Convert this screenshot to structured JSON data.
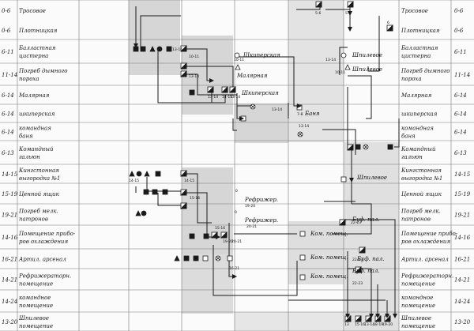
{
  "rows": [
    {
      "code": "0-6",
      "name": [
        "Тросовое"
      ]
    },
    {
      "code": "0-6",
      "name": [
        "Плотницкая"
      ]
    },
    {
      "code": "6-11",
      "name": [
        "Балластная",
        "цистерна"
      ]
    },
    {
      "code": "11-14",
      "name": [
        "Погреб  дымного",
        "пороха"
      ]
    },
    {
      "code": "6-14",
      "name": [
        "Малярная"
      ]
    },
    {
      "code": "6-14",
      "name": [
        "шкиперская"
      ]
    },
    {
      "code": "6-14",
      "name": [
        "командная",
        "баня"
      ]
    },
    {
      "code": "6-13",
      "name": [
        "Командный",
        "гальюн"
      ]
    },
    {
      "code": "14-15",
      "name": [
        "Кингстонная",
        "выгородка  №1"
      ]
    },
    {
      "code": "15-19",
      "name": [
        "Ценной  ящик"
      ]
    },
    {
      "code": "19-21",
      "name": [
        "Погреб  мелк.",
        "патронов"
      ]
    },
    {
      "code": "14-16",
      "name": [
        "Помещение прибо-",
        "ров  охлаждения"
      ]
    },
    {
      "code": "16-21",
      "name": [
        "Артил.  арсенал"
      ]
    },
    {
      "code": "14-21",
      "name": [
        "Рефрижераторн.",
        "помещение"
      ]
    },
    {
      "code": "14-24",
      "name": [
        "командное",
        "помещение"
      ]
    },
    {
      "code": "13-20",
      "name": [
        "Шпилевое",
        "помещение"
      ]
    }
  ],
  "labels": [
    {
      "id": "lbl-shkiperskaya-1",
      "text": "Шкиперская"
    },
    {
      "id": "lbl-shpilevoe-1",
      "text": "Шпилевое"
    },
    {
      "id": "lbl-shpilevoe-2",
      "text": "Шпилевое"
    },
    {
      "id": "lbl-malyarnaya",
      "text": "Малярная"
    },
    {
      "id": "lbl-shkiperskaya-2",
      "text": "Шкиперская"
    },
    {
      "id": "lbl-banya",
      "text": "Баня"
    },
    {
      "id": "lbl-shpilevoe-3",
      "text": "Шпилевое"
    },
    {
      "id": "lbl-refr-1",
      "text": "Рефрижер."
    },
    {
      "id": "lbl-refr-2",
      "text": "Рефрижер."
    },
    {
      "id": "lbl-kom-1",
      "text": "Ком. помещ."
    },
    {
      "id": "lbl-kom-2",
      "text": "Ком. помещ."
    },
    {
      "id": "lbl-kom-3",
      "text": "Ком. помещ."
    },
    {
      "id": "lbl-buf-1",
      "text": "Буф. пал."
    },
    {
      "id": "lbl-buf-2",
      "text": "Буф. пал."
    },
    {
      "id": "lbl-buf-3",
      "text": "Буф. пал."
    }
  ],
  "codes": [
    "5-6",
    "5-6",
    "6",
    "10-11",
    "13-14",
    "10-11",
    "13-14",
    "10-11",
    "13-14",
    "14-15",
    "13-14",
    "7-8",
    "13-14",
    "13-14",
    "14-15",
    "14-15",
    "15-16",
    "0",
    "19-20",
    "0",
    "20-21",
    "15-16",
    "19-20",
    "20-21",
    "13",
    "15-16",
    "13-14",
    "18-19",
    "19-20",
    "13-16",
    "22-23",
    "22-23",
    "22-23",
    "16-21"
  ],
  "colors": {
    "line": "#1a1a1a",
    "shade": "#d6d6d6",
    "shade_dark": "#c4c4c4",
    "grid": "#777777"
  }
}
